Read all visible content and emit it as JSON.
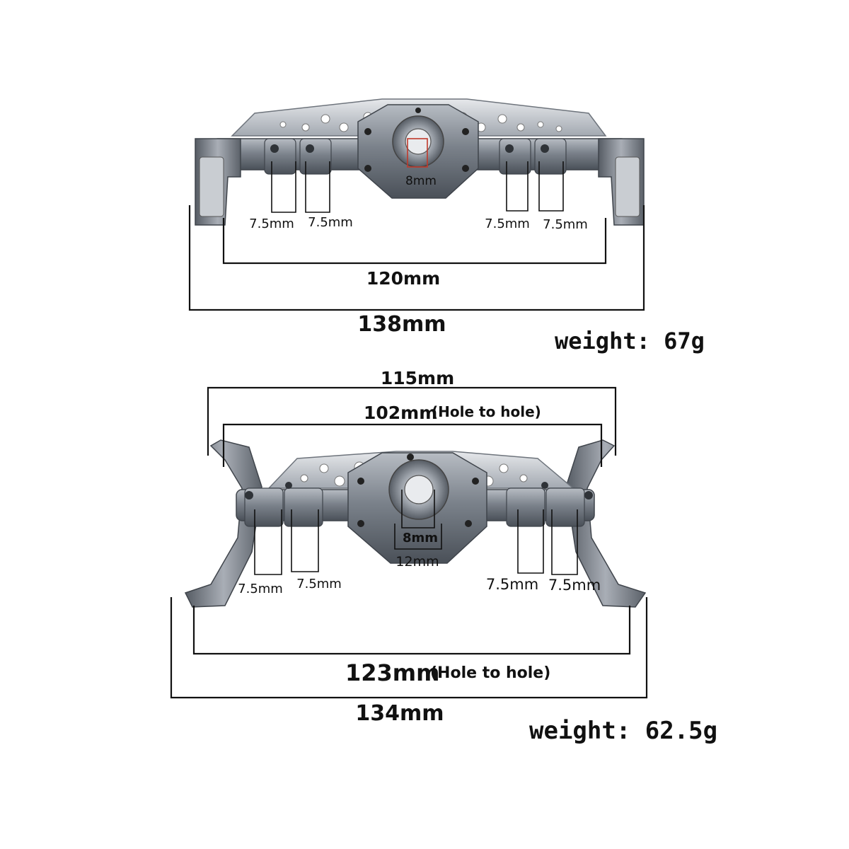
{
  "top_axle": {
    "center_bore": "8mm",
    "mount_widths": [
      "7.5mm",
      "7.5mm",
      "7.5mm",
      "7.5mm"
    ],
    "inner_span": "120mm",
    "overall_width": "138mm",
    "weight": "weight: 67g"
  },
  "bottom_axle": {
    "top_span": "115mm",
    "hole_span_top": "102mm",
    "hole_span_top_note": "(Hole to hole)",
    "center_bore_inner": "8mm",
    "center_bore_outer": "12mm",
    "mount_widths": [
      "7.5mm",
      "7.5mm",
      "7.5mm",
      "7.5mm"
    ],
    "hole_span_bottom": "123mm",
    "hole_span_bottom_note": "(Hole to hole)",
    "overall_width": "134mm",
    "weight": "weight: 62.5g"
  },
  "colors": {
    "metal": "#6f7680",
    "metal_light": "#aab0b8",
    "metal_dark": "#3f444b",
    "line": "#111111",
    "accent": "#c0392b"
  }
}
